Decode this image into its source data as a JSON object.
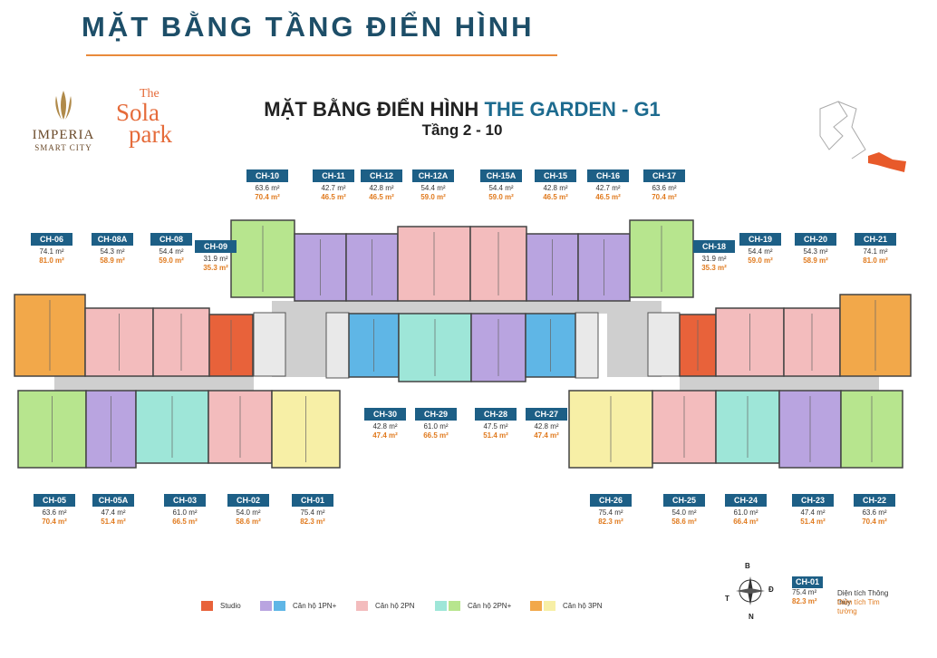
{
  "header": {
    "title": "MẶT BẰNG TẦNG ĐIỂN HÌNH"
  },
  "logos": {
    "imperia_name": "IMPERIA",
    "imperia_sub": "SMART CITY",
    "sola_the": "The",
    "sola_name": "Sola",
    "sola_park": "park"
  },
  "plan": {
    "title_prefix": "MẶT BẰNG ĐIỂN HÌNH",
    "title_highlight": "THE GARDEN - G1",
    "subtitle": "Tầng 2 - 10"
  },
  "colors": {
    "studio": "#e8623a",
    "one_br_a": "#b9a4e0",
    "one_br_b": "#5fb6e6",
    "two_br": "#f3bcbd",
    "two_br_plus_a": "#9ee6d8",
    "two_br_plus_b": "#b7e58e",
    "three_br_a": "#f2a84a",
    "three_br_b": "#f7efa6",
    "label_bg": "#1d5f86",
    "accent": "#e07a1e"
  },
  "units": [
    {
      "code": "CH-10",
      "a1": "63.6 m²",
      "a2": "70.4 m²"
    },
    {
      "code": "CH-11",
      "a1": "42.7 m²",
      "a2": "46.5 m²"
    },
    {
      "code": "CH-12",
      "a1": "42.8 m²",
      "a2": "46.5 m²"
    },
    {
      "code": "CH-12A",
      "a1": "54.4 m²",
      "a2": "59.0 m²"
    },
    {
      "code": "CH-15A",
      "a1": "54.4 m²",
      "a2": "59.0 m²"
    },
    {
      "code": "CH-15",
      "a1": "42.8 m²",
      "a2": "46.5 m²"
    },
    {
      "code": "CH-16",
      "a1": "42.7 m²",
      "a2": "46.5 m²"
    },
    {
      "code": "CH-17",
      "a1": "63.6 m²",
      "a2": "70.4 m²"
    },
    {
      "code": "CH-06",
      "a1": "74.1 m²",
      "a2": "81.0 m²"
    },
    {
      "code": "CH-08A",
      "a1": "54.3 m²",
      "a2": "58.9 m²"
    },
    {
      "code": "CH-08",
      "a1": "54.4 m²",
      "a2": "59.0 m²"
    },
    {
      "code": "CH-09",
      "a1": "31.9 m²",
      "a2": "35.3 m²"
    },
    {
      "code": "CH-18",
      "a1": "31.9 m²",
      "a2": "35.3 m²"
    },
    {
      "code": "CH-19",
      "a1": "54.4 m²",
      "a2": "59.0 m²"
    },
    {
      "code": "CH-20",
      "a1": "54.3 m²",
      "a2": "58.9 m²"
    },
    {
      "code": "CH-21",
      "a1": "74.1 m²",
      "a2": "81.0 m²"
    },
    {
      "code": "CH-30",
      "a1": "42.8 m²",
      "a2": "47.4 m²"
    },
    {
      "code": "CH-29",
      "a1": "61.0 m²",
      "a2": "66.5 m²"
    },
    {
      "code": "CH-28",
      "a1": "47.5 m²",
      "a2": "51.4 m²"
    },
    {
      "code": "CH-27",
      "a1": "42.8 m²",
      "a2": "47.4 m²"
    },
    {
      "code": "CH-05",
      "a1": "63.6 m²",
      "a2": "70.4 m²"
    },
    {
      "code": "CH-05A",
      "a1": "47.4 m²",
      "a2": "51.4 m²"
    },
    {
      "code": "CH-03",
      "a1": "61.0 m²",
      "a2": "66.5 m²"
    },
    {
      "code": "CH-02",
      "a1": "54.0 m²",
      "a2": "58.6 m²"
    },
    {
      "code": "CH-01",
      "a1": "75.4 m²",
      "a2": "82.3 m²"
    },
    {
      "code": "CH-26",
      "a1": "75.4 m²",
      "a2": "82.3 m²"
    },
    {
      "code": "CH-25",
      "a1": "54.0 m²",
      "a2": "58.6 m²"
    },
    {
      "code": "CH-24",
      "a1": "61.0 m²",
      "a2": "66.4 m²"
    },
    {
      "code": "CH-23",
      "a1": "47.4 m²",
      "a2": "51.4 m²"
    },
    {
      "code": "CH-22",
      "a1": "63.6 m²",
      "a2": "70.4 m²"
    }
  ],
  "legend": [
    {
      "label": "Studio",
      "colors": [
        "#e8623a"
      ]
    },
    {
      "label": "Căn hộ 1PN+",
      "colors": [
        "#b9a4e0",
        "#5fb6e6"
      ]
    },
    {
      "label": "Căn hộ 2PN",
      "colors": [
        "#f3bcbd"
      ]
    },
    {
      "label": "Căn hộ 2PN+",
      "colors": [
        "#9ee6d8",
        "#b7e58e"
      ]
    },
    {
      "label": "Căn hộ 3PN",
      "colors": [
        "#f2a84a",
        "#f7efa6"
      ]
    }
  ],
  "key": {
    "code": "CH-01",
    "v1": "75.4 m²",
    "v2": "82.3 m²",
    "d1": "Diện tích Thông thủy",
    "d2": "Diện tích Tim tường"
  },
  "compass": {
    "n": "B",
    "s": "N",
    "e": "Đ",
    "w": "T"
  }
}
